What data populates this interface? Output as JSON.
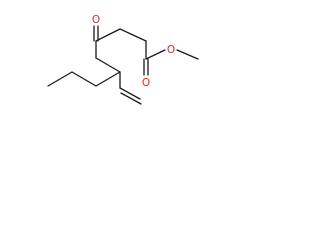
{
  "molecule": {
    "atoms": {
      "ketone_oxygen": "O",
      "ester_carbonyl_oxygen": "O",
      "ester_ether_oxygen": "O"
    }
  },
  "colors": {
    "bond": "#1a1a1a",
    "oxygen": "#e5241d",
    "background": "#ffffff"
  }
}
